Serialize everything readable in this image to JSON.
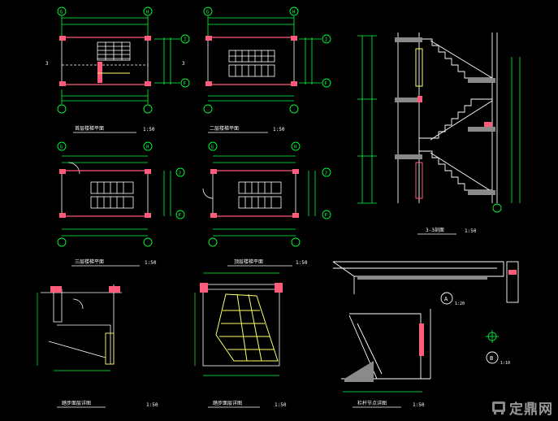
{
  "colors": {
    "background": "#000000",
    "wall": "#ff5b7a",
    "dim": "#00ff3c",
    "line": "#ffffff",
    "stair": "#ffff66",
    "axis_bubble": "#00ff3c",
    "text_green": "#00ff3c",
    "text_white": "#ffffff",
    "grey": "#8a8a8a"
  },
  "grid_axes": {
    "top_left_plan": [
      "G",
      "H",
      "J",
      "F"
    ],
    "top_right_plan": [
      "G",
      "H",
      "J",
      "F"
    ],
    "mid_left_plan": [
      "G",
      "H",
      "J",
      "F"
    ],
    "mid_right_plan": [
      "G",
      "H",
      "J",
      "F"
    ]
  },
  "plan_titles": {
    "top_left": {
      "text": "首层楼梯平面",
      "scale": "1:50"
    },
    "top_right": {
      "text": "二层楼梯平面",
      "scale": "1:50"
    },
    "mid_left": {
      "text": "三层楼梯平面",
      "scale": "1:50"
    },
    "mid_right": {
      "text": "顶层楼梯平面",
      "scale": "1:50"
    }
  },
  "section_title": {
    "text": "3-3剖面",
    "scale": "1:50"
  },
  "details": {
    "bottom_left": {
      "text": "踏步面层详图",
      "scale": "1:50"
    },
    "bottom_mid": {
      "text": "踏步面层详图",
      "scale": "1:50"
    },
    "bottom_right": {
      "text": "栏杆节点详图",
      "scale": "1:50"
    }
  },
  "detail_markers": [
    {
      "letter": "A",
      "scale": "1:20"
    },
    {
      "letter": "B",
      "scale": "1:10"
    }
  ],
  "watermark": {
    "text": "定鼎网",
    "icon": "ding-logo-icon"
  }
}
